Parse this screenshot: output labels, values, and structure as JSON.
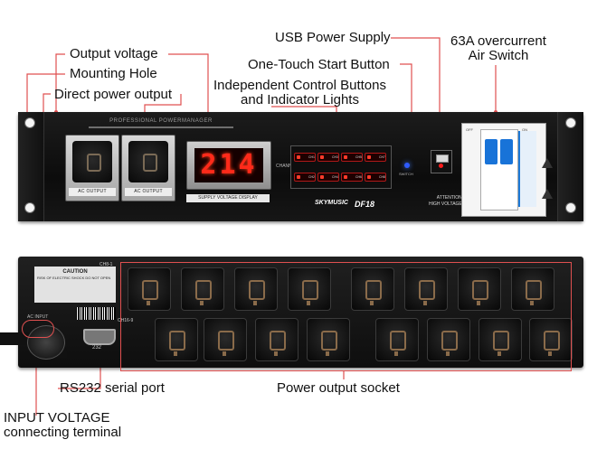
{
  "callouts": {
    "output_voltage": "Output voltage",
    "mounting_hole": "Mounting Hole",
    "direct_power_output": "Direct power output",
    "usb_power_supply": "USB Power Supply",
    "one_touch_start": "One-Touch Start Button",
    "independent_buttons_line1": "Independent Control Buttons",
    "independent_buttons_line2": "and Indicator Lights",
    "breaker_line1": "63A overcurrent",
    "breaker_line2": "Air Switch",
    "rs232": "RS232 serial port",
    "power_output_socket": "Power output socket",
    "input_voltage_line1": "INPUT VOLTAGE",
    "input_voltage_line2": "connecting terminal"
  },
  "front": {
    "brand_strip": "PROFESSIONAL POWERMANAGER",
    "ac_output_label": "AC OUTPUT",
    "display_value": "214",
    "display_caption": "SUPPLY VOLTAGE DISPLAY",
    "channel_label": "CHANNEL",
    "channel_buttons": [
      "CH1",
      "CH3",
      "CH5",
      "CH7",
      "CH2",
      "CH4",
      "CH6",
      "CH8"
    ],
    "switch_label": "SWITCH",
    "logo": "SKYMUSIC",
    "model": "DF18",
    "attention_line1": "ATTENTION",
    "attention_line2": "HIGH VOLTAGE",
    "breaker_off": "OFF",
    "breaker_on": "ON"
  },
  "rear": {
    "caution_title": "CAUTION",
    "caution_text": "RISK OF ELECTRIC SHOCK DO NOT OPEN",
    "ac_input": "AC INPUT",
    "serial_label": "232",
    "ch_top": "CH8-1",
    "ch_bottom": "CH16-9"
  },
  "colors": {
    "callout_line": "#e05050",
    "display_red": "#ff2a1a",
    "breaker_blue": "#1873d8",
    "start_led_blue": "#2e5bff"
  }
}
